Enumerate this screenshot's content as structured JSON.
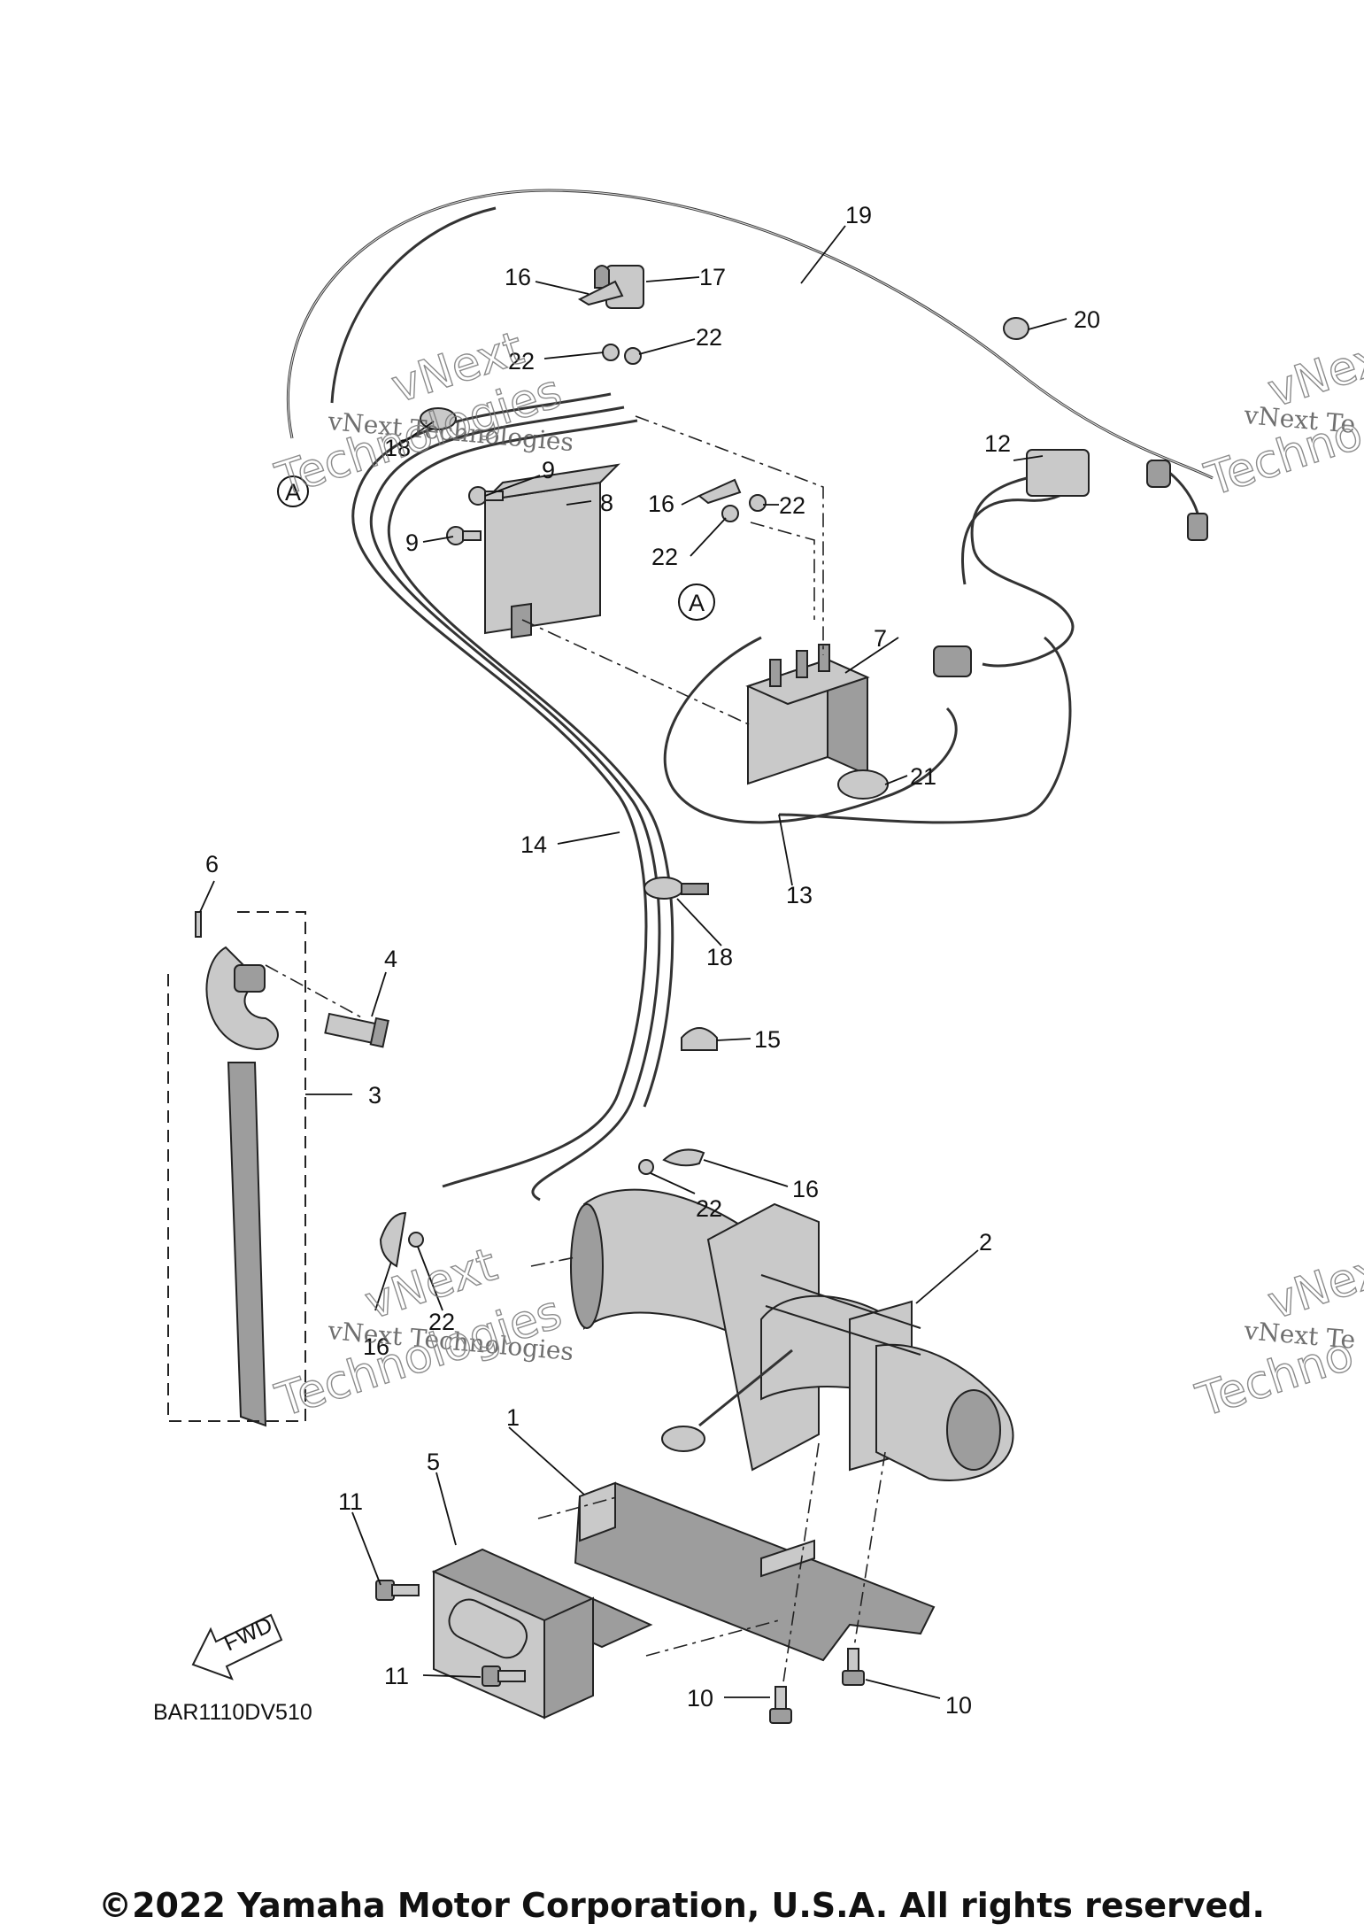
{
  "diagram": {
    "diagram_code": "BAR1110DV510",
    "copyright": "©2022 Yamaha Motor Corporation, U.S.A. All rights reserved.",
    "fwd_label": "FWD",
    "connector_marks": [
      "A",
      "A"
    ],
    "watermarks": {
      "vnext": "vNext",
      "technologies": "Technologies",
      "vnext_technologies": "vNext Technologies",
      "vnext_te": "vNext Te",
      "techno": "Techno"
    },
    "callouts": [
      "19",
      "17",
      "16",
      "22",
      "22",
      "20",
      "12",
      "18",
      "9",
      "8",
      "16",
      "22",
      "22",
      "9",
      "7",
      "21",
      "14",
      "13",
      "6",
      "18",
      "4",
      "15",
      "3",
      "16",
      "22",
      "2",
      "22",
      "16",
      "1",
      "5",
      "11",
      "11",
      "10",
      "10"
    ]
  }
}
